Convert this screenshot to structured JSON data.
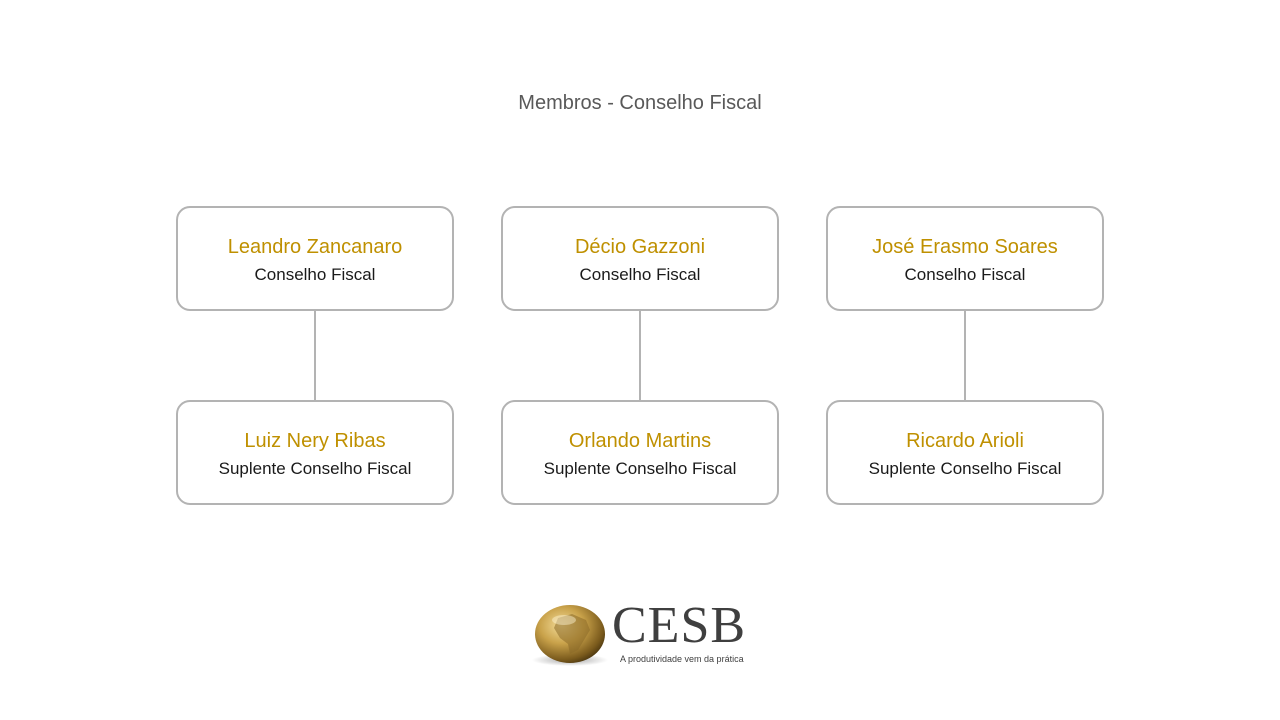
{
  "title": "Membros - Conselho Fiscal",
  "colors": {
    "name": "#bf9000",
    "role": "#1a1a1a",
    "border": "#b3b3b3",
    "title": "#595959"
  },
  "columns": [
    {
      "member": {
        "name": "Leandro Zancanaro",
        "role": "Conselho Fiscal"
      },
      "alternate": {
        "name": "Luiz Nery Ribas",
        "role": "Suplente Conselho Fiscal"
      }
    },
    {
      "member": {
        "name": "Décio Gazzoni",
        "role": "Conselho Fiscal"
      },
      "alternate": {
        "name": "Orlando Martins",
        "role": "Suplente Conselho Fiscal"
      }
    },
    {
      "member": {
        "name": "José Erasmo Soares",
        "role": "Conselho Fiscal"
      },
      "alternate": {
        "name": "Ricardo Arioli",
        "role": "Suplente Conselho Fiscal"
      }
    }
  ],
  "logo": {
    "brand": "CESB",
    "tagline": "A produtividade vem da prática",
    "icon": "golden-globe-brazil-map-icon"
  }
}
